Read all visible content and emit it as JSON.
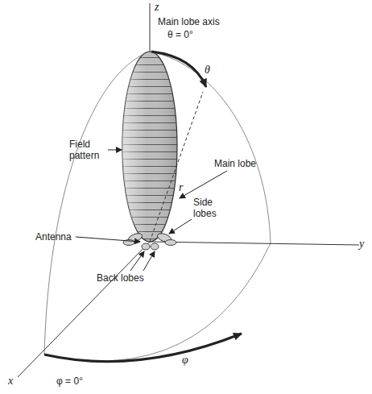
{
  "diagram": {
    "labels": [
      "z",
      "Main lobe axis",
      "θ = 0°",
      "θ",
      "Field pattern",
      "Main lobe",
      "r",
      "Side lobes",
      "Antenna",
      "Back lobes",
      "y",
      "x",
      "φ = 0°",
      "φ"
    ]
  }
}
